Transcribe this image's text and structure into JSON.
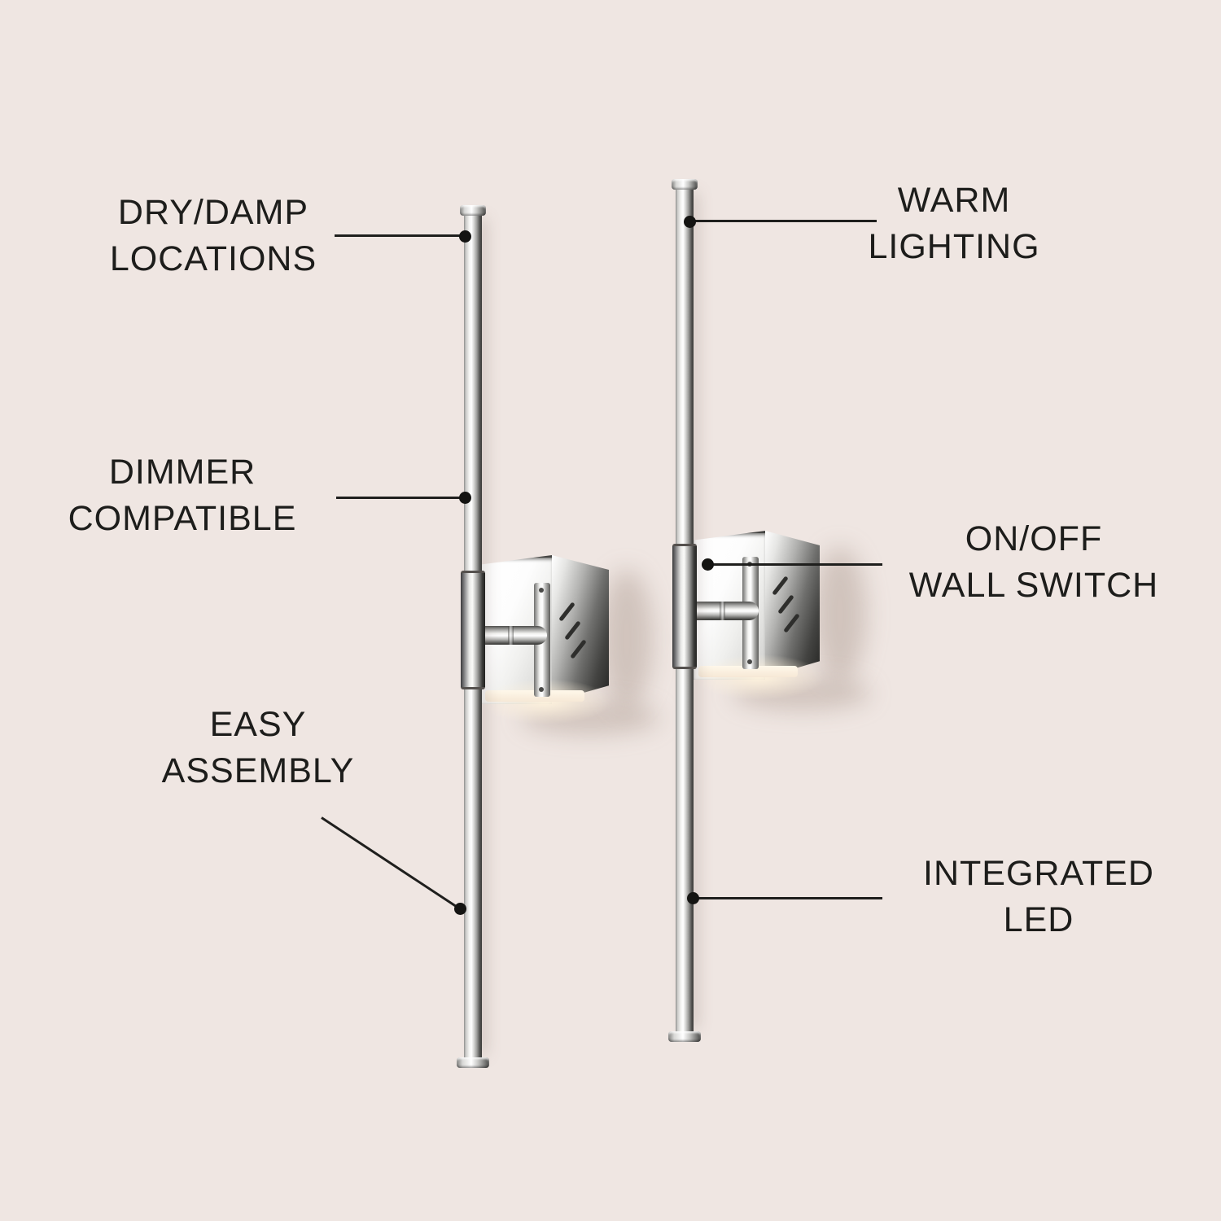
{
  "colors": {
    "background": "#EFE6E2",
    "text": "#1D1D1B",
    "leader_line": "#1F1F1D",
    "chrome_highlight": "#FFFFFF",
    "chrome_shadow": "#3A3A38",
    "lamp_glow": "#FFF3DD"
  },
  "callouts": {
    "dry_damp_locations": {
      "line1": "DRY/DAMP",
      "line2": "LOCATIONS"
    },
    "dimmer_compatible": {
      "line1": "DIMMER",
      "line2": "COMPATIBLE"
    },
    "easy_assembly": {
      "line1": "EASY",
      "line2": "ASSEMBLY"
    },
    "warm_lighting": {
      "line1": "WARM",
      "line2": "LIGHTING"
    },
    "on_off_wall_switch": {
      "line1": "ON/OFF",
      "line2": "WALL SWITCH"
    },
    "integrated_led": {
      "line1": "INTEGRATED",
      "line2": "LED"
    }
  }
}
